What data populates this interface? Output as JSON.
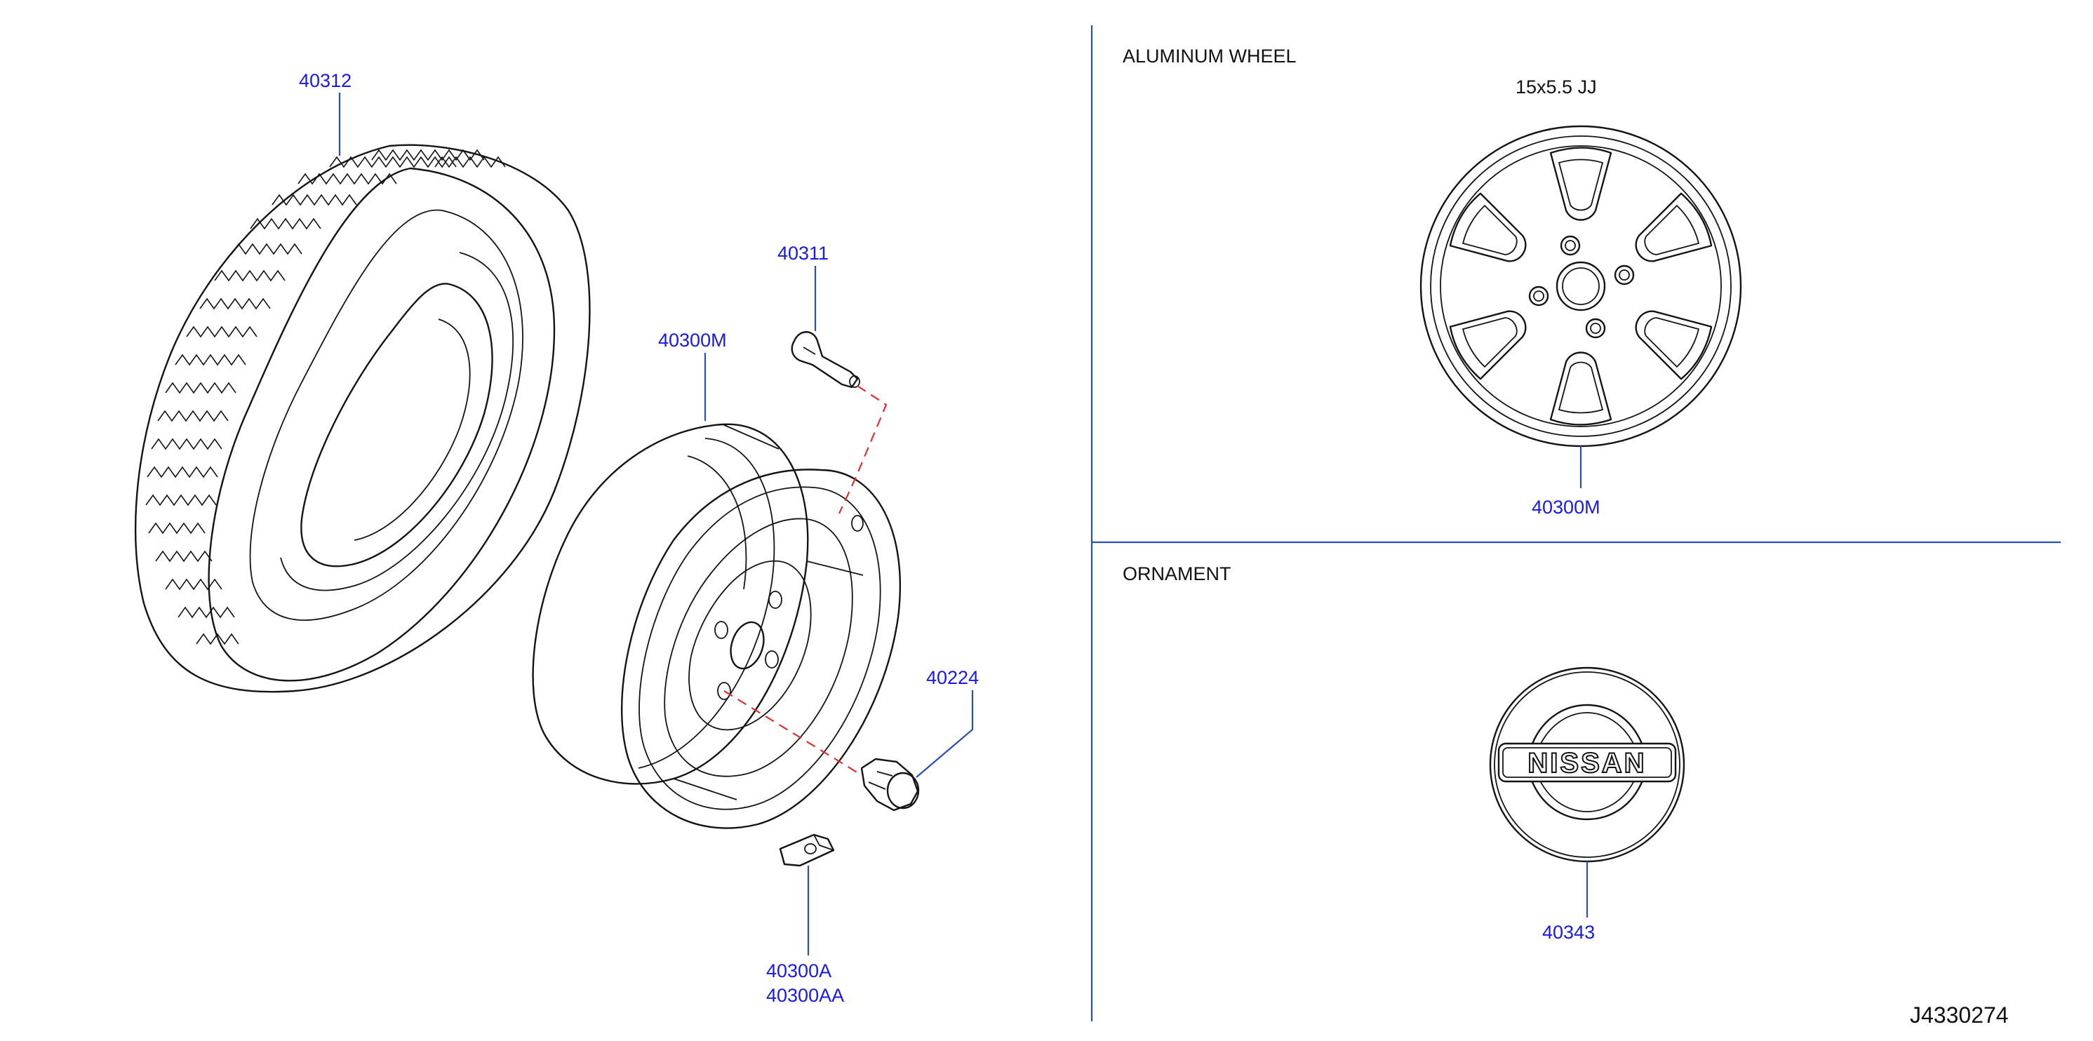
{
  "sections": {
    "aluminum_wheel": {
      "title": "ALUMINUM   WHEEL",
      "size": "15x5.5   JJ"
    },
    "ornament": {
      "title": "ORNAMENT"
    }
  },
  "parts": {
    "tire": "40312",
    "valve": "40311",
    "steel_wheel": "40300M",
    "nut": "40224",
    "balance_weight_a": "40300A",
    "balance_weight_aa": "40300AA",
    "aluminum_wheel": "40300M",
    "ornament": "40343"
  },
  "emblem": {
    "brand_text": "NISSAN"
  },
  "diagram_code": "J4330274"
}
